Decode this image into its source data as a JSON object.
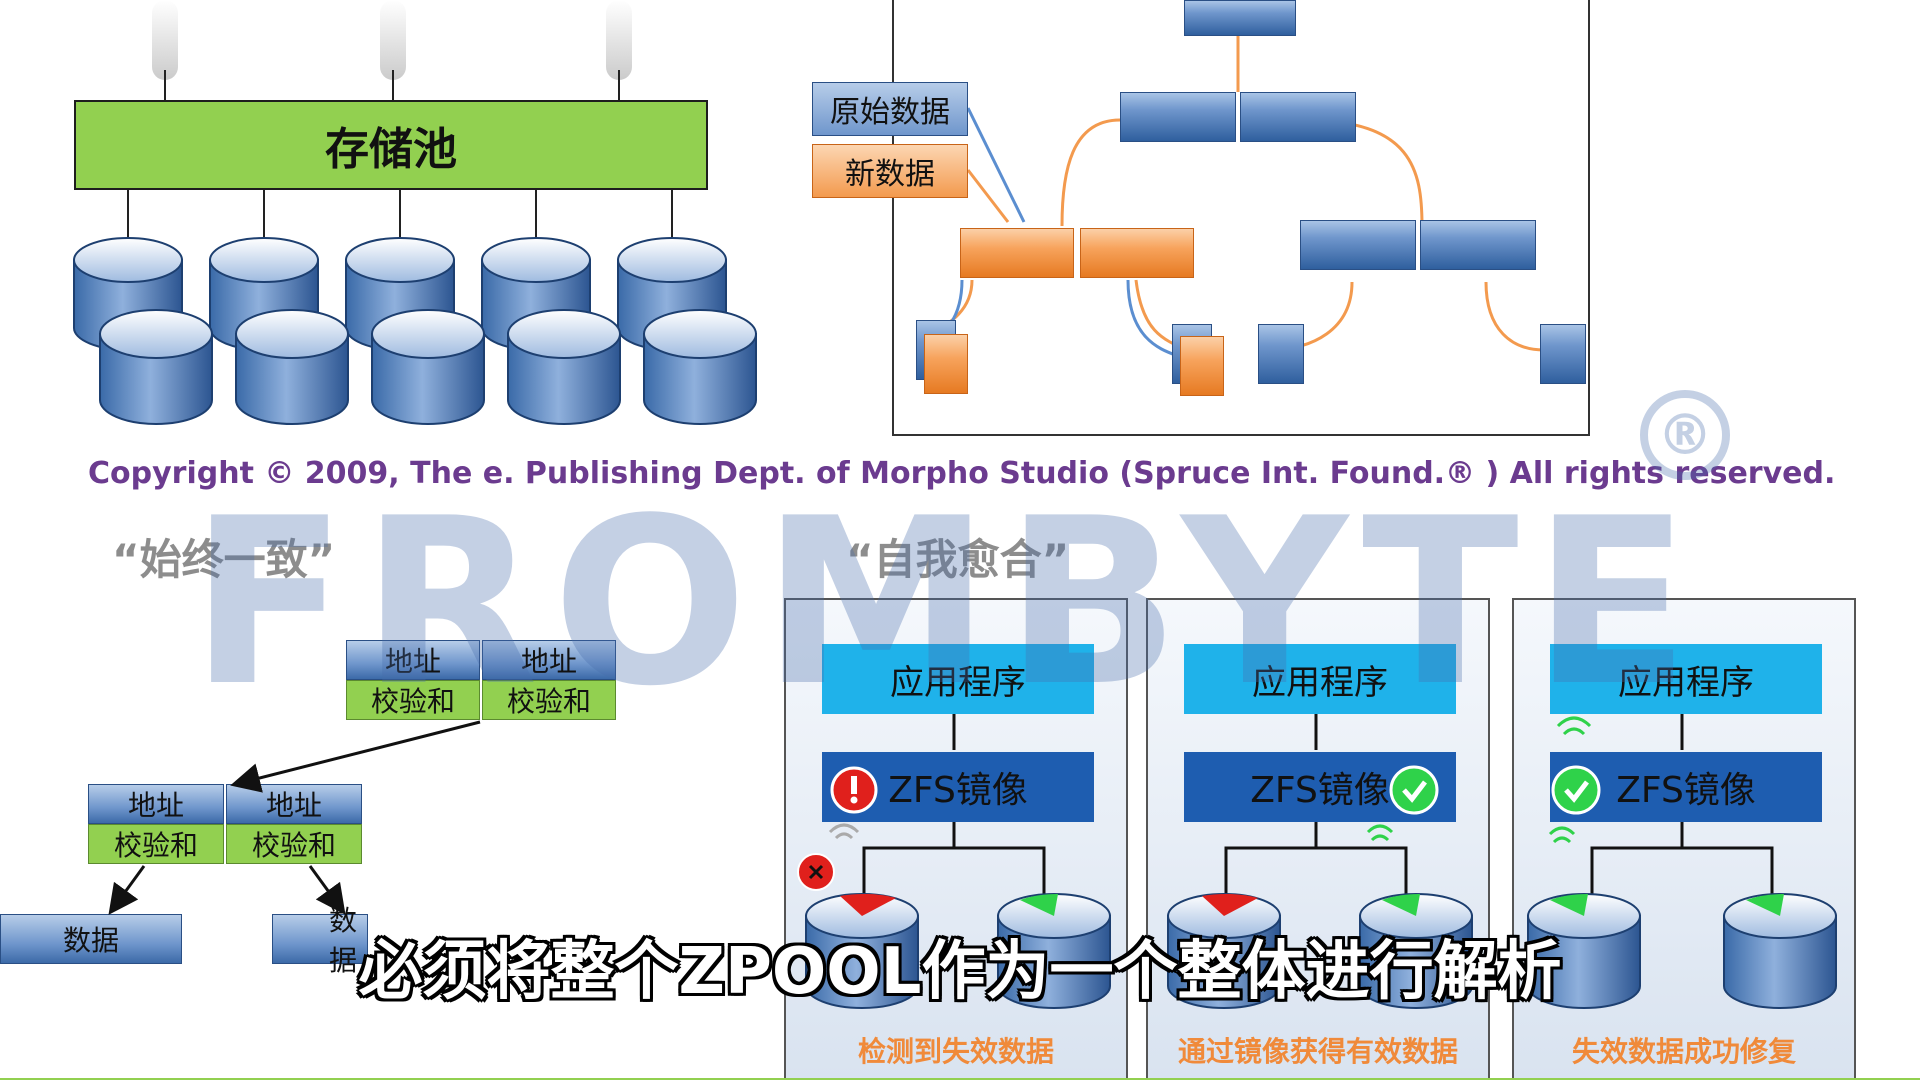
{
  "storage_pool": {
    "label": "存储池"
  },
  "cow_diagram": {
    "original_data_label": "原始数据",
    "new_data_label": "新数据"
  },
  "copyright": "Copyright © 2009, The e. Publishing Dept. of Morpho Studio (Spruce Int. Found.® ) All rights reserved.",
  "consistency": {
    "title": "“始终一致”",
    "address_label": "地址",
    "checksum_label": "校验和",
    "data_label": "数据",
    "data_label_partial": "数据"
  },
  "self_healing": {
    "title": "“自我愈合”",
    "panels": [
      {
        "app": "应用程序",
        "zfs": "ZFS镜像",
        "caption": "检测到失效数据"
      },
      {
        "app": "应用程序",
        "zfs": "ZFS镜像",
        "caption": "通过镜像获得有效数据"
      },
      {
        "app": "应用程序",
        "zfs": "ZFS镜像",
        "caption": "失效数据成功修复"
      }
    ]
  },
  "watermark": {
    "text": "FROMBYTE",
    "registered": "®"
  },
  "subtitle": "必须将整个ZPOOL作为一个整体进行解析",
  "colors": {
    "green": "#92d050",
    "blue": "#2f5f9e",
    "orange": "#f39a4e",
    "cyan": "#1fb2ea",
    "error_red": "#e0201c",
    "ok_green": "#2fd24a"
  }
}
